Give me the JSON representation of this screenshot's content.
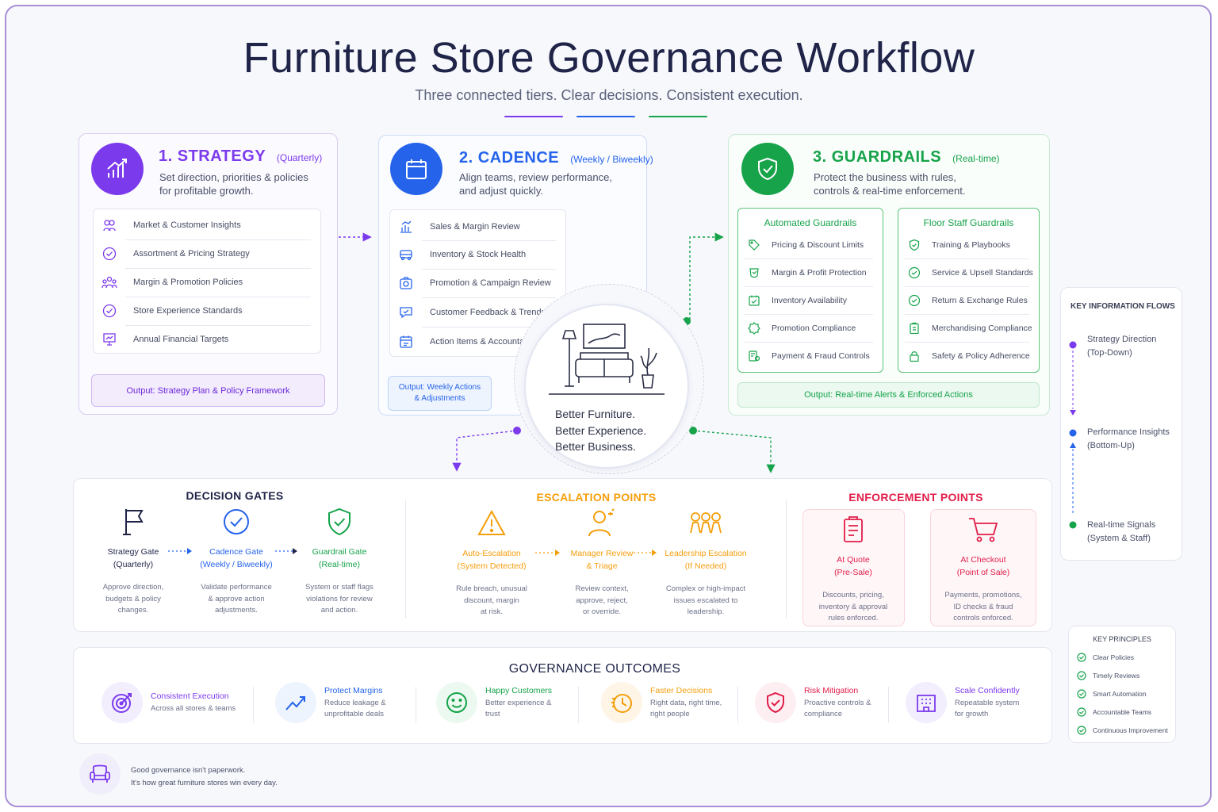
{
  "header": {
    "title": "Furniture Store Governance Workflow",
    "subtitle": "Three connected tiers. Clear decisions. Consistent execution."
  },
  "colors": {
    "purple": "#7c3aed",
    "blue": "#2563eb",
    "green": "#16a34a",
    "orange": "#f59e0b",
    "pink": "#e11d48",
    "navy": "#1f2448"
  },
  "strategy": {
    "number": "1.",
    "name": "STRATEGY",
    "cadence": "(Quarterly)",
    "desc_line1": "Set direction, priorities & policies",
    "desc_line2": "for profitable growth.",
    "items": [
      {
        "label": "Market & Customer Insights",
        "icon": "people-insight-icon"
      },
      {
        "label": "Assortment & Pricing Strategy",
        "icon": "check-circle-icon"
      },
      {
        "label": "Margin & Promotion Policies",
        "icon": "people-group-icon"
      },
      {
        "label": "Store Experience Standards",
        "icon": "check-circle-icon"
      },
      {
        "label": "Annual Financial Targets",
        "icon": "presentation-board-icon"
      }
    ],
    "output": "Output: Strategy Plan  & Policy Framework"
  },
  "cadence": {
    "number": "2.",
    "name": "CADENCE",
    "cadence": "(Weekly / Biweekly)",
    "desc_line1": "Align teams, review performance,",
    "desc_line2": "and adjust quickly.",
    "items": [
      {
        "label": "Sales & Margin Review",
        "icon": "bar-chart-icon"
      },
      {
        "label": "Inventory & Stock Health",
        "icon": "truck-icon"
      },
      {
        "label": "Promotion & Campaign Review",
        "icon": "camera-icon"
      },
      {
        "label": "Customer Feedback & Trends",
        "icon": "chat-bubble-icon"
      },
      {
        "label": "Action Items & Accountability",
        "icon": "calendar-check-icon"
      }
    ],
    "output_line1": "Output: Weekly Actions",
    "output_line2": "& Adjustments"
  },
  "guardrails": {
    "number": "3.",
    "name": "GUARDRAILS",
    "cadence": "(Real-time)",
    "desc_line1": "Protect the business with rules,",
    "desc_line2": "controls & real-time enforcement.",
    "automated": {
      "title": "Automated Guardrails",
      "items": [
        "Pricing & Discount Limits",
        "Margin & Profit Protection",
        "Inventory Availability",
        "Promotion Compliance",
        "Payment & Fraud Controls"
      ]
    },
    "floor": {
      "title": "Floor Staff Guardrails",
      "items": [
        "Training & Playbooks",
        "Service & Upsell Standards",
        "Return & Exchange Rules",
        "Merchandising Compliance",
        "Safety & Policy Adherence"
      ]
    },
    "output": "Output: Real-time Alerts & Enforced Actions"
  },
  "center": {
    "line1": "Better Furniture.",
    "line2": "Better Experience.",
    "line3": "Better Business."
  },
  "decision_gates": {
    "title": "DECISION GATES",
    "gates": [
      {
        "name": "Strategy Gate",
        "sub": "(Quarterly)",
        "desc": [
          "Approve direction,",
          "budgets & policy",
          "changes."
        ]
      },
      {
        "name": "Cadence Gate",
        "sub": "(Weekly / Biweekly)",
        "desc": [
          "Validate performance",
          "& approve action",
          "adjustments."
        ]
      },
      {
        "name": "Guardrail Gate",
        "sub": "(Real-time)",
        "desc": [
          "System or staff flags",
          "violations for review",
          "and action."
        ]
      }
    ]
  },
  "escalation_points": {
    "title": "ESCALATION POINTS",
    "points": [
      {
        "name": "Auto-Escalation",
        "sub": "(System Detected)",
        "desc": [
          "Rule breach, unusual",
          "discount, margin",
          "at risk."
        ]
      },
      {
        "name": "Manager Review",
        "sub": "& Triage",
        "desc": [
          "Review context,",
          "approve, reject,",
          "or override."
        ]
      },
      {
        "name": "Leadership Escalation",
        "sub": "(If Needed)",
        "desc": [
          "Complex or high-impact",
          "issues escalated to",
          "leadership."
        ]
      }
    ]
  },
  "enforcement_points": {
    "title": "ENFORCEMENT  POINTS",
    "points": [
      {
        "name": "At Quote",
        "sub": "(Pre-Sale)",
        "desc": [
          "Discounts, pricing,",
          "inventory & approval",
          "rules enforced."
        ]
      },
      {
        "name": "At Checkout",
        "sub": "(Point of Sale)",
        "desc": [
          "Payments, promotions,",
          "ID checks & fraud",
          "controls enforced."
        ]
      }
    ]
  },
  "outcomes": {
    "title": "GOVERNANCE OUTCOMES",
    "items": [
      {
        "name": "Consistent Execution",
        "desc": [
          "Across all stores & teams"
        ],
        "icon": "target-icon"
      },
      {
        "name": "Protect Margins",
        "desc": [
          "Reduce leakage &",
          "unprofitable deals"
        ],
        "icon": "trend-up-icon"
      },
      {
        "name": "Happy Customers",
        "desc": [
          "Better experience &",
          "trust"
        ],
        "icon": "smile-icon"
      },
      {
        "name": "Faster Decisions",
        "desc": [
          "Right data, right time,",
          "right people"
        ],
        "icon": "clock-icon"
      },
      {
        "name": "Risk Mitigation",
        "desc": [
          "Proactive controls &",
          "compliance"
        ],
        "icon": "shield-check-icon"
      },
      {
        "name": "Scale Confidently",
        "desc": [
          "Repeatable system",
          "for growth"
        ],
        "icon": "building-icon"
      }
    ]
  },
  "flows": {
    "title": "KEY INFORMATION FLOWS",
    "items": [
      {
        "line1": "Strategy Direction",
        "line2": "(Top-Down)"
      },
      {
        "line1": "Performance Insights",
        "line2": "(Bottom-Up)"
      },
      {
        "line1": "Real-time Signals",
        "line2": "(System & Staff)"
      }
    ]
  },
  "principles": {
    "title": "KEY PRINCIPLES",
    "items": [
      "Clear Policies",
      "Timely Reviews",
      "Smart Automation",
      "Accountable Teams",
      "Continuous Improvement"
    ]
  },
  "footer": {
    "line1": "Good governance isn't paperwork.",
    "line2": "It's how great furniture stores win every day."
  }
}
